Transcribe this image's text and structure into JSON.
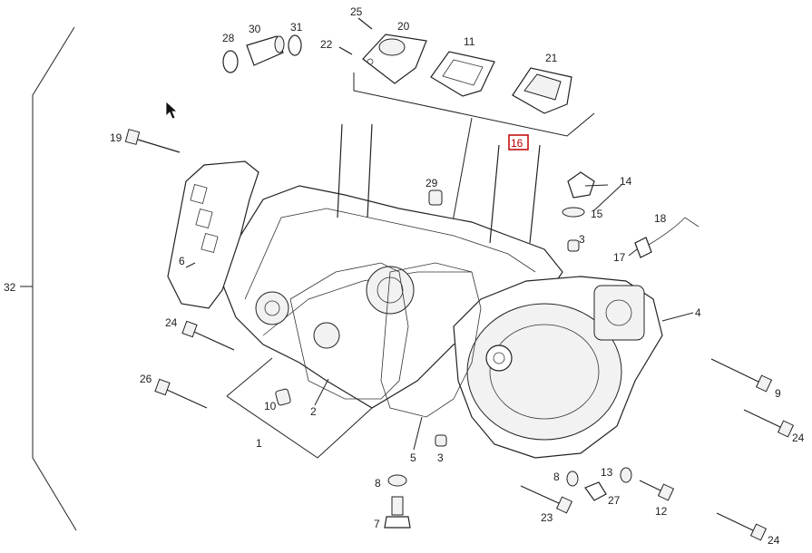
{
  "labels": {
    "l1": "1",
    "l2": "2",
    "l3a": "3",
    "l3b": "3",
    "l4": "4",
    "l5": "5",
    "l6": "6",
    "l7": "7",
    "l8a": "8",
    "l8b": "8",
    "l9": "9",
    "l10": "10",
    "l11": "11",
    "l12": "12",
    "l13": "13",
    "l14": "14",
    "l15": "15",
    "l16": "16",
    "l17": "17",
    "l18": "18",
    "l19": "19",
    "l20": "20",
    "l21": "21",
    "l22": "22",
    "l23": "23",
    "l24a": "24",
    "l24b": "24",
    "l24c": "24",
    "l25": "25",
    "l26": "26",
    "l27": "27",
    "l28": "28",
    "l29": "29",
    "l30": "30",
    "l31": "31",
    "l32": "32"
  },
  "highlight_color": "#c00000"
}
